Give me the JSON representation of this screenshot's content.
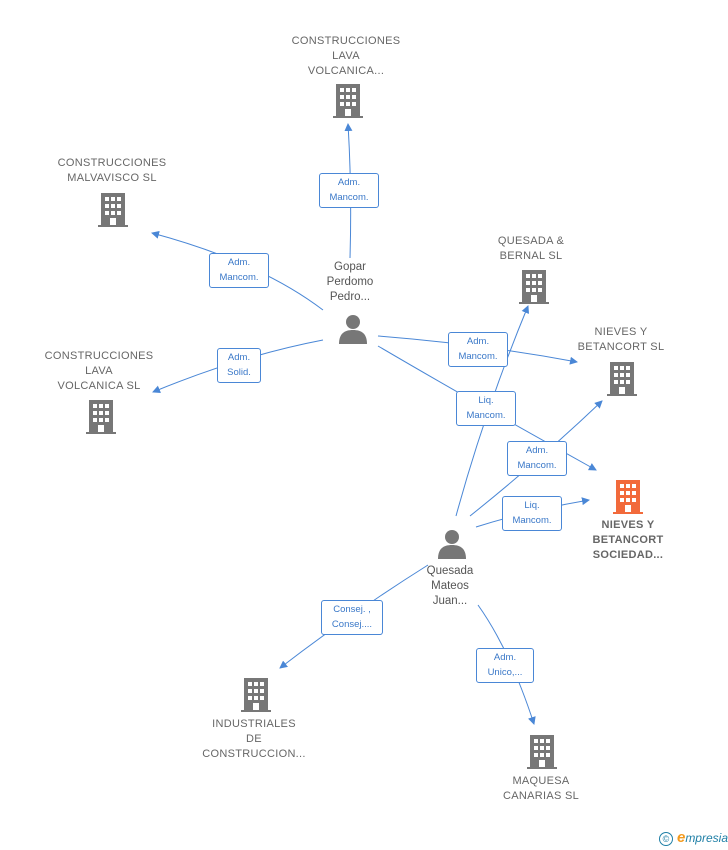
{
  "colors": {
    "edge": "#4a87d6",
    "building": "#777777",
    "building_highlight": "#f26a3b",
    "person": "#777777"
  },
  "companies": [
    {
      "id": "c1",
      "label": "CONSTRUCCIONES LAVA VOLCANICA...",
      "lines": [
        "CONSTRUCCIONES",
        "LAVA",
        "VOLCANICA..."
      ],
      "highlight": false
    },
    {
      "id": "c2",
      "label": "CONSTRUCCIONES MALVAVISCO SL",
      "lines": [
        "CONSTRUCCIONES",
        "MALVAVISCO SL"
      ],
      "highlight": false
    },
    {
      "id": "c3",
      "label": "CONSTRUCCIONES LAVA VOLCANICA SL",
      "lines": [
        "CONSTRUCCIONES",
        "LAVA",
        "VOLCANICA SL"
      ],
      "highlight": false
    },
    {
      "id": "c4",
      "label": "QUESADA & BERNAL SL",
      "lines": [
        "QUESADA &",
        "BERNAL  SL"
      ],
      "highlight": false
    },
    {
      "id": "c5",
      "label": "NIEVES Y BETANCORT SL",
      "lines": [
        "NIEVES Y",
        "BETANCORT SL"
      ],
      "highlight": false
    },
    {
      "id": "c6",
      "label": "NIEVES Y BETANCORT SOCIEDAD...",
      "lines": [
        "NIEVES Y",
        "BETANCORT",
        "SOCIEDAD..."
      ],
      "highlight": true
    },
    {
      "id": "c7",
      "label": "INDUSTRIALES DE CONSTRUCCION...",
      "lines": [
        "INDUSTRIALES",
        "DE",
        "CONSTRUCCION..."
      ],
      "highlight": false
    },
    {
      "id": "c8",
      "label": "MAQUESA CANARIAS SL",
      "lines": [
        "MAQUESA",
        "CANARIAS SL"
      ],
      "highlight": false
    }
  ],
  "persons": [
    {
      "id": "p1",
      "lines": [
        "Gopar",
        "Perdomo",
        "Pedro..."
      ]
    },
    {
      "id": "p2",
      "lines": [
        "Quesada",
        "Mateos",
        "Juan..."
      ]
    }
  ],
  "edges": [
    {
      "lines": [
        "Adm.",
        "Mancom."
      ]
    },
    {
      "lines": [
        "Adm.",
        "Mancom."
      ]
    },
    {
      "lines": [
        "Adm.",
        "Solid."
      ]
    },
    {
      "lines": [
        "Adm.",
        "Mancom."
      ]
    },
    {
      "lines": [
        "Liq.",
        "Mancom."
      ]
    },
    {
      "lines": [
        "Adm.",
        "Mancom."
      ]
    },
    {
      "lines": [
        "Liq.",
        "Mancom."
      ]
    },
    {
      "lines": [
        "Consej. ,",
        "Consej...."
      ]
    },
    {
      "lines": [
        "Adm.",
        "Unico,..."
      ]
    }
  ],
  "footer": {
    "copyright": "©",
    "brand_first": "e",
    "brand_rest": "mpresia"
  }
}
